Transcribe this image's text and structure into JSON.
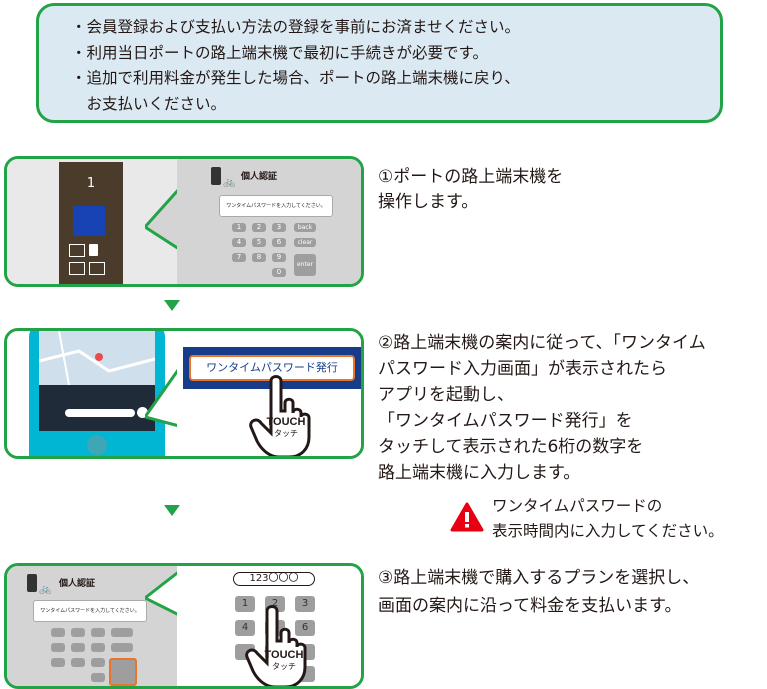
{
  "notice": {
    "lines": [
      "・会員登録および支払い方法の登録を事前にお済ませください。",
      "・利用当日ポートの路上端末機で最初に手続きが必要です。",
      "・追加で利用料金が発生した場合、ポートの路上端末機に戻り、",
      "　お支払いください。"
    ]
  },
  "step1": {
    "lines": [
      "①ポートの路上端末機を",
      "操作します。"
    ],
    "terminal_number": "1",
    "screen_title": "個人認証",
    "screen_prompt": "ワンタイムパスワードを入力してください。",
    "keys": [
      "1",
      "2",
      "3",
      "back",
      "4",
      "5",
      "6",
      "clear",
      "7",
      "8",
      "9",
      "0",
      "enter"
    ]
  },
  "step2": {
    "lines": [
      "②路上端末機の案内に従って、「ワンタイム",
      "パスワード入力画面」が表示されたら",
      "アプリを起動し、",
      "「ワンタイムパスワード発行」を",
      "タッチして表示された6桁の数字を",
      "路上端末機に入力します。"
    ],
    "button_label": "ワンタイムパスワード発行",
    "touch_label": "TOUCH",
    "touch_sub": "タッチ"
  },
  "warning": {
    "lines": [
      "ワンタイムパスワードの",
      "表示時間内に入力してください。"
    ],
    "icon_color": "#e60012"
  },
  "step3": {
    "lines": [
      "③路上端末機で購入するプランを選択し、",
      "画面の案内に沿って料金を支払います。"
    ],
    "screen_title": "個人認証",
    "screen_prompt": "ワンタイムパスワードを入力してください。",
    "code_display": "123〇〇〇",
    "zoom_keys": [
      "1",
      "2",
      "3",
      "4",
      "5",
      "6"
    ],
    "touch_label": "TOUCH",
    "touch_sub": "タッチ"
  },
  "colors": {
    "accent": "#22a348",
    "notice_bg": "#dbe9f3",
    "navy": "#173c8a"
  }
}
